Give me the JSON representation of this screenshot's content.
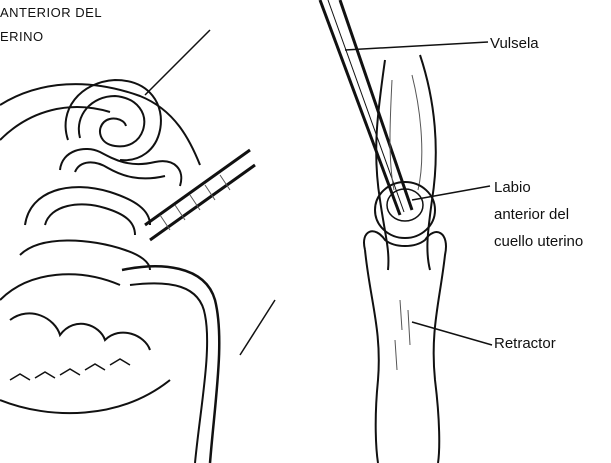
{
  "left_figure": {
    "header_lines": [
      "ANTERIOR DEL",
      "ERINO"
    ]
  },
  "right_figure": {
    "labels": {
      "vulsela": "Vulsela",
      "labio_line1": "Labio",
      "labio_line2": "anterior del",
      "labio_line3": "cuello uterino",
      "retractor": "Retractor"
    }
  },
  "colors": {
    "ink": "#111111",
    "paper": "#ffffff",
    "shade": "#555555"
  }
}
